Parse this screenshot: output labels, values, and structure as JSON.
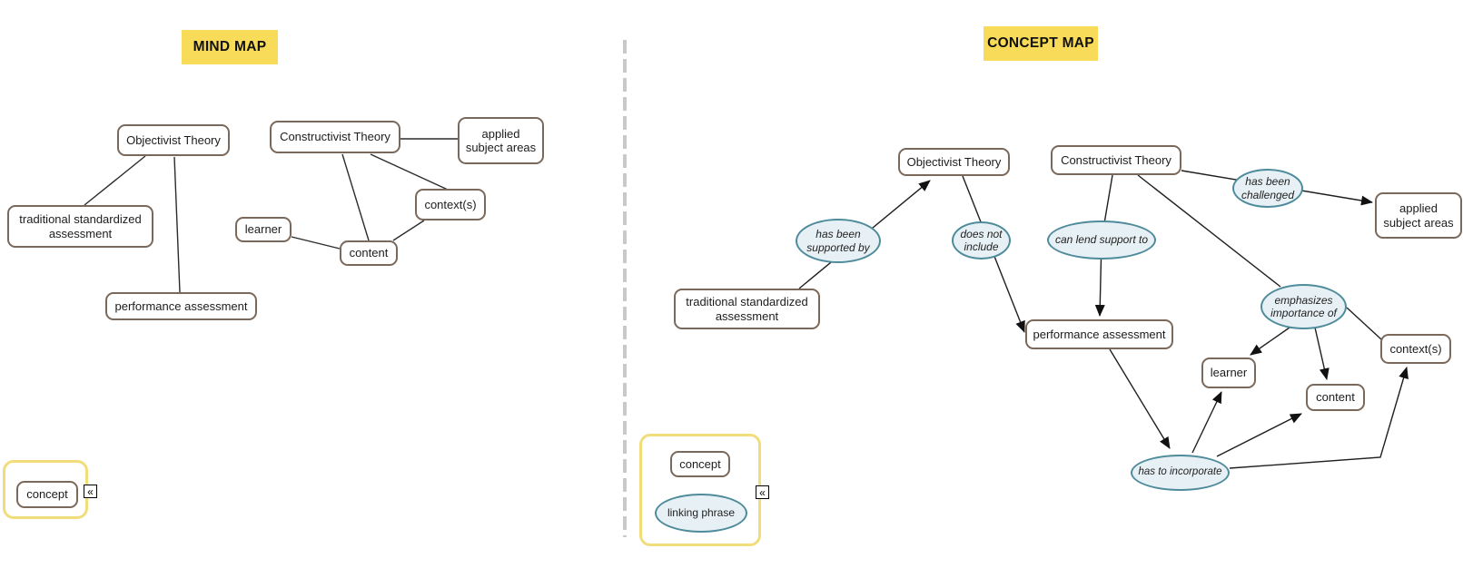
{
  "colors": {
    "highlight_yellow": "#f8db58",
    "legend_border_yellow": "#f1dd7a",
    "concept_border_brown": "#7a685a",
    "linking_border_teal": "#4e8b9b",
    "linking_fill": "#e7f1f5",
    "divider_gray": "#c9c9c9"
  },
  "mind_map": {
    "title": "MIND MAP",
    "nodes": {
      "objectivist": "Objectivist Theory",
      "constructivist": "Constructivist Theory",
      "applied": "applied subject areas",
      "traditional": "traditional standardized assessment",
      "learner": "learner",
      "contexts": "context(s)",
      "content": "content",
      "performance": "performance assessment"
    },
    "legend": {
      "concept": "concept",
      "collapse_icon": "«"
    }
  },
  "concept_map": {
    "title": "CONCEPT MAP",
    "nodes": {
      "objectivist": "Objectivist Theory",
      "constructivist": "Constructivist Theory",
      "applied": "applied subject areas",
      "traditional": "traditional standardized assessment",
      "performance": "performance assessment",
      "learner": "learner",
      "content": "content",
      "contexts": "context(s)"
    },
    "linking_phrases": {
      "supported": "has been supported by",
      "not_include": "does not include",
      "lend_support": "can lend support to",
      "challenged": "has been challenged",
      "emphasizes": "emphasizes importance of",
      "incorporate": "has to incorporate"
    },
    "legend": {
      "concept": "concept",
      "linking_phrase": "linking phrase",
      "collapse_icon": "«"
    }
  }
}
